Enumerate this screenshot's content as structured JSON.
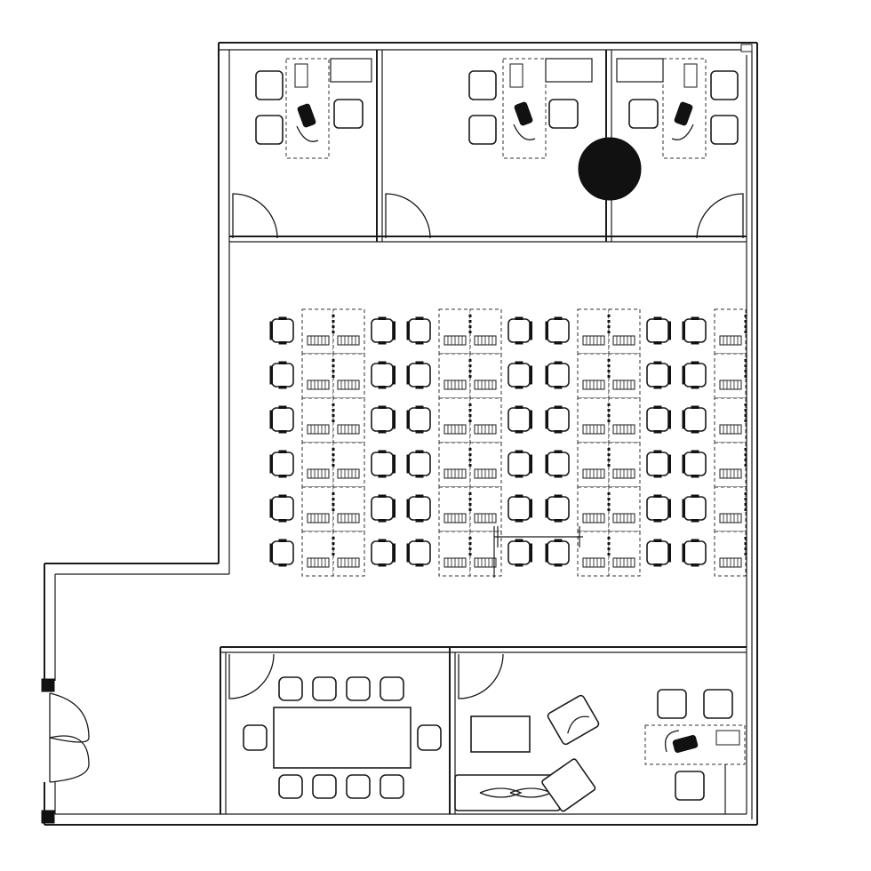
{
  "plan": {
    "rooms": [
      {
        "id": "office-1",
        "kind": "private-office"
      },
      {
        "id": "office-2",
        "kind": "private-office"
      },
      {
        "id": "office-3",
        "kind": "private-office"
      },
      {
        "id": "open-workspace",
        "kind": "open-plan",
        "workstation_blocks": 4,
        "rows": 6
      },
      {
        "id": "meeting-room",
        "kind": "conference",
        "chairs": 10
      },
      {
        "id": "lounge-office",
        "kind": "lounge-office"
      }
    ],
    "colors": {
      "line": "#1a1a1a",
      "background": "#ffffff",
      "fill_dark": "#111111"
    }
  }
}
